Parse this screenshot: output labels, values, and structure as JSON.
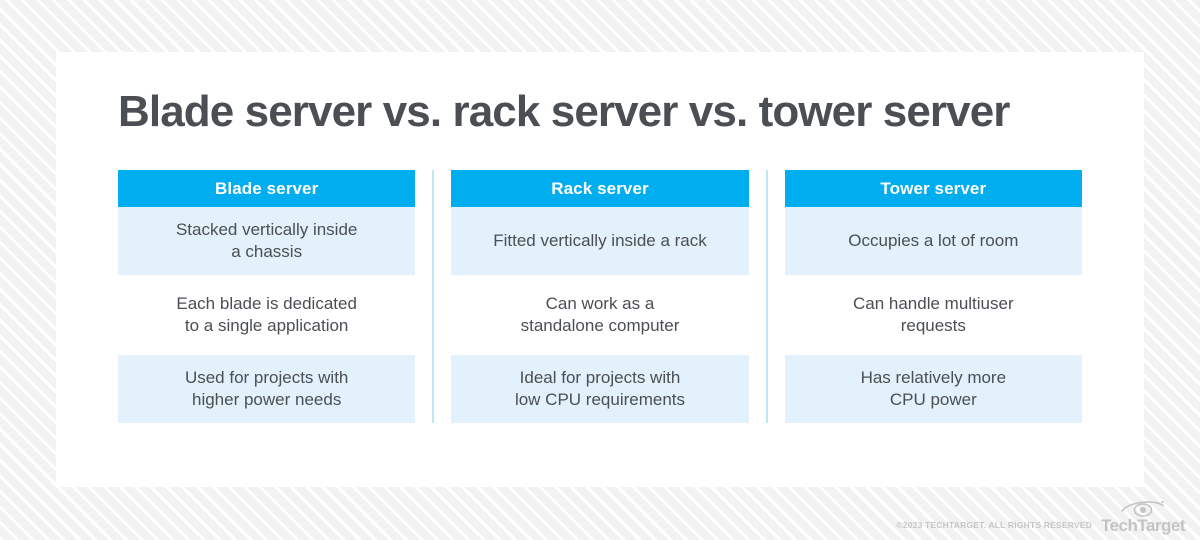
{
  "title": "Blade server vs. rack server vs. tower server",
  "colors": {
    "header_blue": "#00AEEF",
    "cell_light_blue": "#e2f1fb",
    "divider": "#bfe7f7",
    "text_gray": "#4b4f54",
    "footer_gray": "#c4c4c4"
  },
  "table": {
    "columns": [
      {
        "header": "Blade server",
        "cells": [
          "Stacked vertically inside\na chassis",
          "Each blade is dedicated\nto a single application",
          "Used for projects with\nhigher power needs"
        ]
      },
      {
        "header": "Rack server",
        "cells": [
          "Fitted vertically inside a rack",
          "Can work as a\nstandalone computer",
          "Ideal for projects with\nlow CPU requirements"
        ]
      },
      {
        "header": "Tower server",
        "cells": [
          "Occupies a lot of room",
          "Can handle multiuser\nrequests",
          "Has relatively more\nCPU power"
        ]
      }
    ]
  },
  "footer": {
    "copyright": "©2023 TECHTARGET. ALL RIGHTS RESERVED",
    "brand": "TechTarget",
    "logo_icon": "eye-icon"
  }
}
